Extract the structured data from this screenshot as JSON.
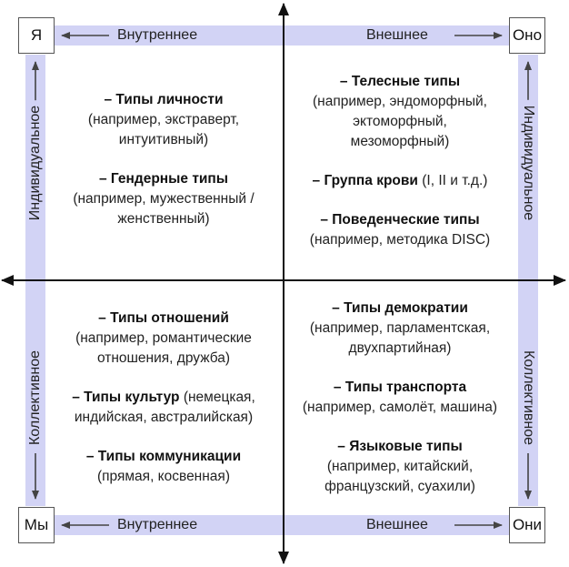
{
  "corners": {
    "top_left": "Я",
    "top_right": "Оно",
    "bottom_left": "Мы",
    "bottom_right": "Они"
  },
  "bars": {
    "top_inner": "Внутреннее",
    "top_outer": "Внешнее",
    "bottom_inner": "Внутреннее",
    "bottom_outer": "Внешнее",
    "left_individual": "Индивидуальное",
    "left_collective": "Коллективное",
    "right_individual": "Индивидуальное",
    "right_collective": "Коллективное"
  },
  "quadrants": {
    "upper_left": [
      {
        "title": "– Типы личности",
        "lines": [
          "(например, экстраверт,",
          "интуитивный)"
        ]
      },
      {
        "title": "– Гендерные типы",
        "lines": [
          "(например, мужественный /",
          "женственный)"
        ]
      }
    ],
    "upper_right": [
      {
        "title": "– Телесные типы",
        "lines": [
          "(например, эндоморфный,",
          "эктоморфный,",
          "мезоморфный)"
        ]
      },
      {
        "title": "– Группа крови",
        "inline": " (I, II и т.д.)",
        "lines": []
      },
      {
        "title": "– Поведенческие типы",
        "lines": [
          "(например, методика DISC)"
        ]
      }
    ],
    "lower_left": [
      {
        "title": "– Типы отношений",
        "lines": [
          "(например, романтические",
          "отношения, дружба)"
        ]
      },
      {
        "title": "– Типы культур",
        "inline": " (немецкая,",
        "lines": [
          "индийская, австралийская)"
        ]
      },
      {
        "title": "– Типы коммуникации",
        "lines": [
          "(прямая, косвенная)"
        ]
      }
    ],
    "lower_right": [
      {
        "title": "– Типы демократии",
        "lines": [
          "(например, парламентская,",
          "двухпартийная)"
        ]
      },
      {
        "title": "– Типы транспорта",
        "lines": [
          "(например, самолёт, машина)"
        ]
      },
      {
        "title": "– Языковые типы",
        "lines": [
          "(например, китайский,",
          "французский, суахили)"
        ]
      }
    ]
  },
  "colors": {
    "bar_fill": "#d2d3f5",
    "axis": "#111111",
    "arrow": "#444444"
  }
}
